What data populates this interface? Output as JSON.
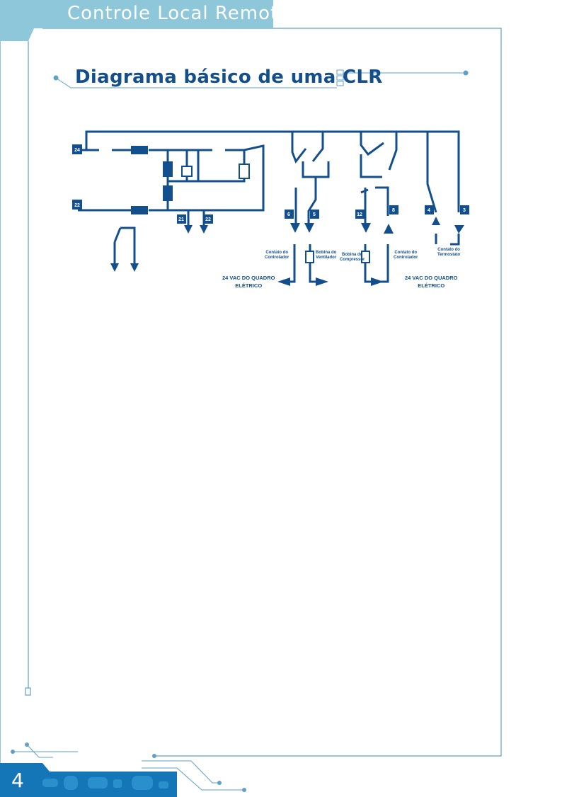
{
  "header": {
    "title": "Controle Local Remoto"
  },
  "section": {
    "title": "Diagrama básico de uma CLR"
  },
  "page": {
    "number": "4"
  },
  "diagram": {
    "labels": {
      "voltage_remote": "24 VAC DO QUADRO\nELÉTRICO",
      "voltage_local": "24 VAC DO QUADRO\nELÉTRICO",
      "fan_contact": "Contato do\nControlador",
      "fan_coil": "Bobina do\nVentilador",
      "comp_coil": "Bobina do\nCompressor",
      "comp_contact": "Contato do\nControlador",
      "thermostat_contact": "Contato do\nTermostato"
    },
    "terminals": [
      "24",
      "22",
      "21",
      "22",
      "6",
      "5",
      "12",
      "8",
      "4",
      "3"
    ]
  },
  "colors": {
    "header_bg": "#8ec7d9",
    "ink": "#134f8c",
    "frame_line": "#5fa0c8",
    "footer_bg": "#1576b7"
  }
}
